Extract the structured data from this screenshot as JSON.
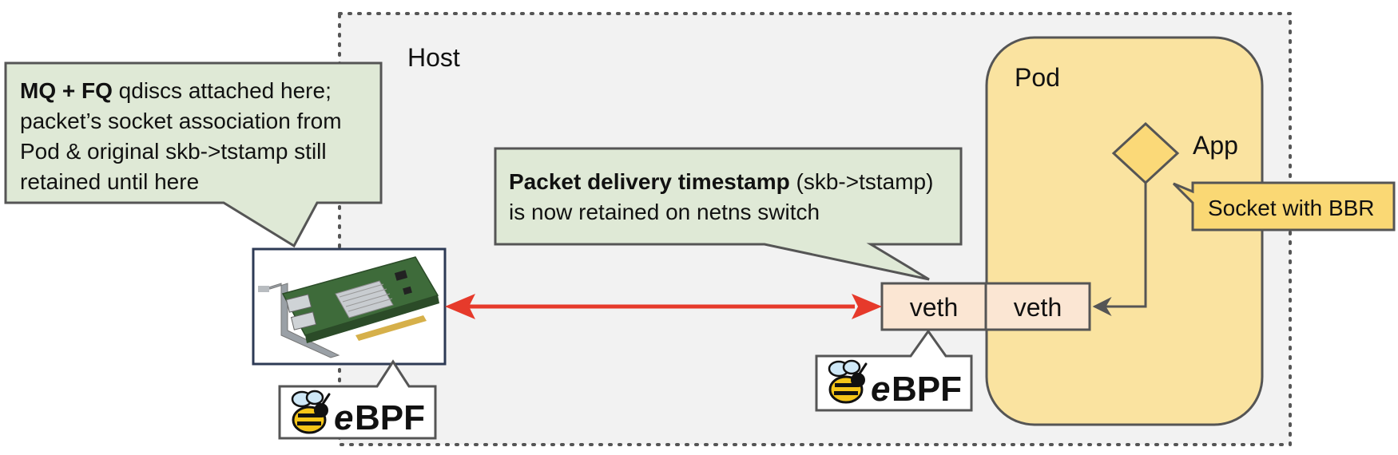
{
  "labels": {
    "host": "Host",
    "pod": "Pod",
    "app": "App",
    "socket": "Socket with BBR",
    "veth_host": "veth",
    "veth_pod": "veth"
  },
  "callouts": {
    "left": {
      "bold1": "MQ + FQ",
      "rest1": " qdiscs attached here;",
      "line2": "packet’s socket association from",
      "line3": "Pod & original skb->tstamp still",
      "line4": "retained until here"
    },
    "middle": {
      "bold1": "Packet delivery timestamp",
      "rest1": " (skb->tstamp)",
      "line2": "is now retained on netns switch"
    }
  },
  "ebpf": {
    "left_e": "e",
    "left_bpf": "BPF",
    "right_e": "e",
    "right_bpf": "BPF"
  },
  "colors": {
    "host_bg": "#f2f2f2",
    "pod_fill": "#fae3a0",
    "callout_fill": "#dfe9d6",
    "veth_fill": "#fbe6d3",
    "app_diamond": "#fbd978",
    "socket_fill": "#fad874",
    "arrow_red": "#e63a2b",
    "border": "#555555",
    "nic_border": "#2d3a55"
  },
  "icons": {
    "nic": "network-card-icon",
    "bee": "bee-icon",
    "app": "diamond-icon"
  }
}
